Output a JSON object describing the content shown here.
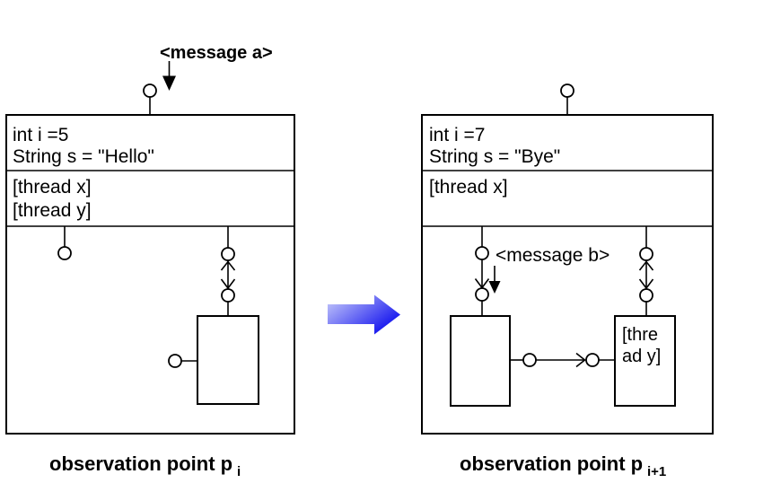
{
  "left_panel": {
    "message_label": "<message a>",
    "object_box": {
      "attributes": [
        "int i =5",
        "String s = \"Hello\""
      ],
      "threads": [
        "[thread x]",
        "[thread y]"
      ]
    },
    "caption": {
      "text": "observation point p",
      "subscript": "i"
    }
  },
  "right_panel": {
    "message_label": "<message b>",
    "object_box": {
      "attributes": [
        "int i =7",
        "String s = \"Bye\""
      ],
      "threads": [
        "[thread x]"
      ]
    },
    "inner_thread_box": {
      "lines": [
        "[thre",
        "ad y]"
      ]
    },
    "caption": {
      "text": "observation point p",
      "subscript": "i+1"
    }
  },
  "transition": {
    "arrow_color_light": "#cdd1fb",
    "arrow_color_dark": "#1414ee"
  },
  "colors": {
    "background": "#ffffff",
    "line": "#000000"
  }
}
